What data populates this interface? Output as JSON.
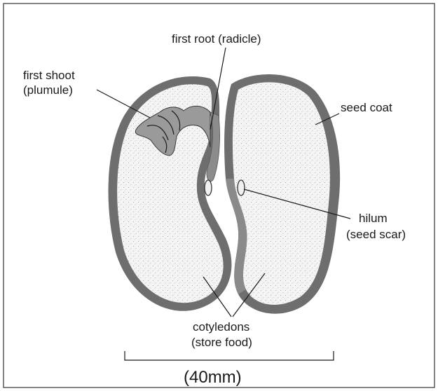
{
  "diagram": {
    "labels": {
      "radicle": "first root (radicle)",
      "plumule_line1": "first shoot",
      "plumule_line2": "(plumule)",
      "seed_coat": "seed coat",
      "hilum_line1": "hilum",
      "hilum_line2": "(seed scar)",
      "cotyledons_line1": "cotyledons",
      "cotyledons_line2": "(store food)",
      "scale": "(40mm)"
    },
    "colors": {
      "seed_coat": "#6e6e6e",
      "cotyledon_fill": "#f3f3f3",
      "plumule": "#9a9a9a",
      "frame": "#333333"
    }
  }
}
